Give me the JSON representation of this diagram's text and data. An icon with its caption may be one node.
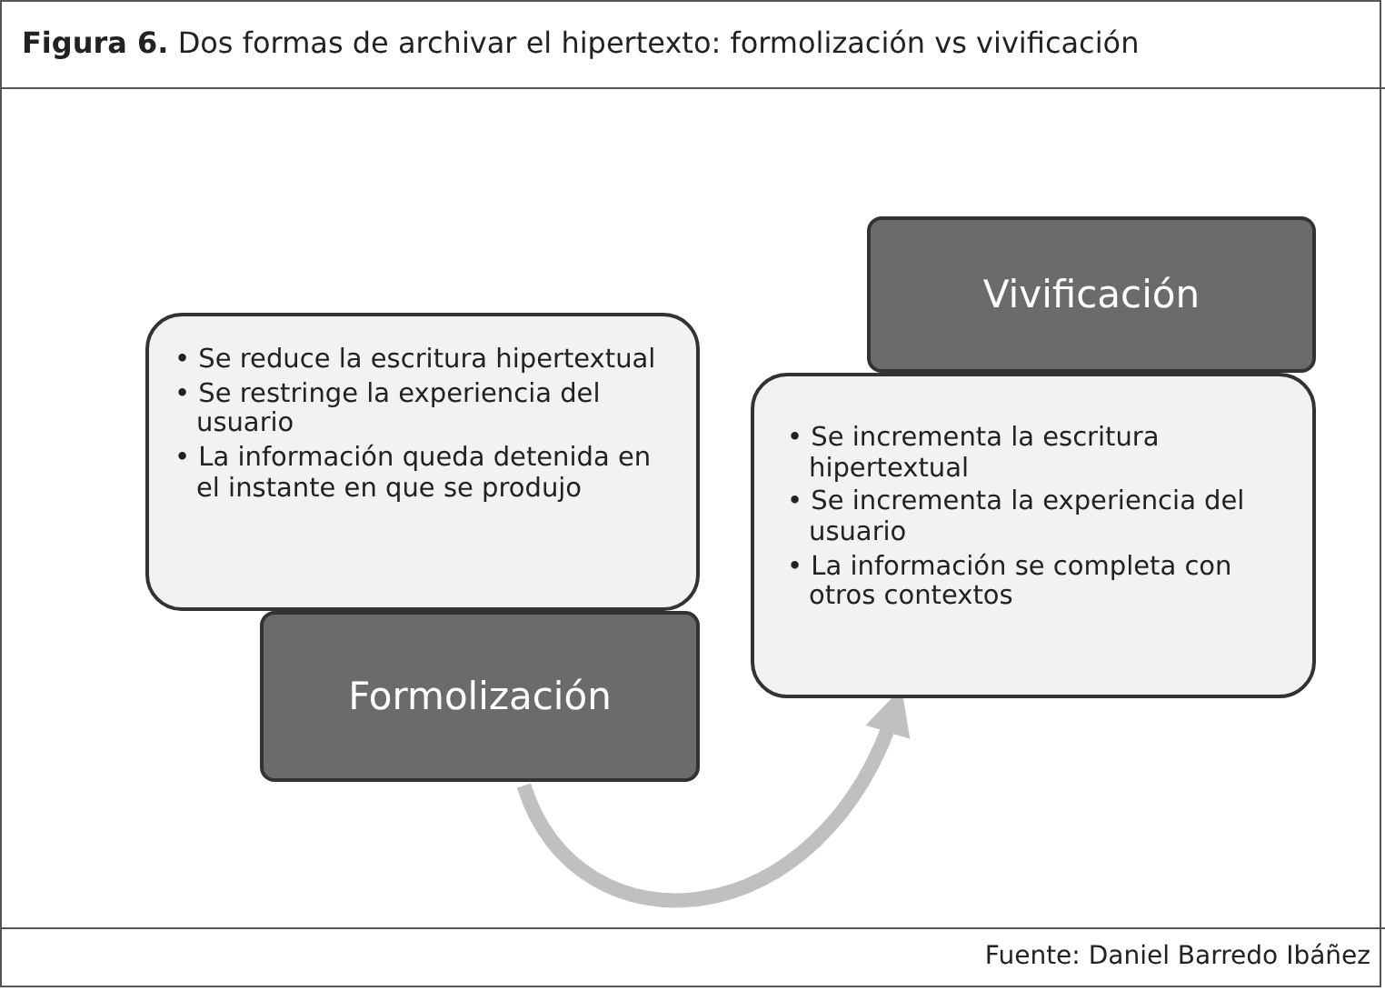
{
  "diagram": {
    "title": "**Figura 6.** Dos formas de archivar el hipertexto: formolización vs vivificación",
    "caption": "Fuente: Daniel Barredo Ibáñez",
    "nodes": [
      {
        "text": [
          "• Se reduce la escritura hipertextual",
          "• Se restringe la experiencia del usuario",
          "• La información queda detenida en el instante en que se produjo"
        ]
      },
      {
        "text": [
          "Formolización"
        ]
      },
      {
        "text": [
          "Vivificación"
        ]
      },
      {
        "text": [
          "• Se incrementa la escritura hipertextual",
          "• Se incrementa la experiencia del usuario",
          "• La información se completa con otros contextos"
        ]
      }
    ],
    "edges": [
      {
        "from": 1,
        "to": 3,
        "arrow": "to"
      }
    ]
  }
}
